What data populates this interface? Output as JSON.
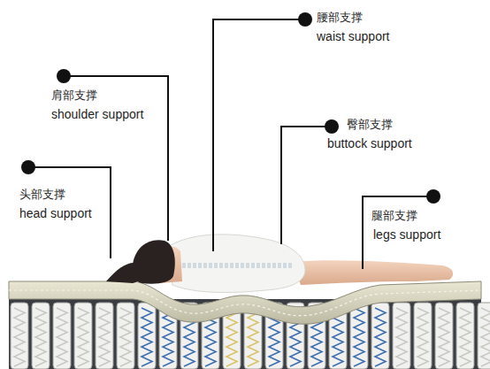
{
  "diagram": {
    "labels": [
      "腰部支撑",
      "waist support",
      "肩部支撑",
      "shoulder support",
      "臀部支撑",
      "buttock support",
      "头部支撑",
      "head support",
      "腿部支撑",
      "legs support"
    ]
  }
}
